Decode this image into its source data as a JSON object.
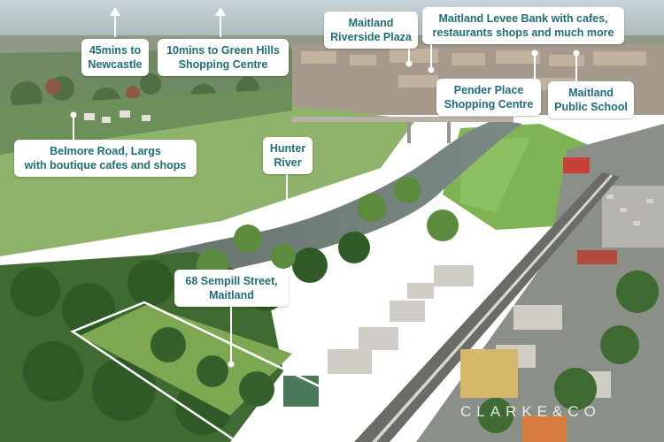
{
  "labels": {
    "newcastle": {
      "line1": "45mins to",
      "line2": "Newcastle"
    },
    "green_hills": {
      "line1": "10mins to Green Hills",
      "line2": "Shopping Centre"
    },
    "riverside_plaza": {
      "line1": "Maitland",
      "line2": "Riverside Plaza"
    },
    "levee_bank": {
      "line1": "Maitland Levee Bank with cafes,",
      "line2": "restaurants shops and much more"
    },
    "pender_place": {
      "line1": "Pender Place",
      "line2": "Shopping Centre"
    },
    "public_school": {
      "line1": "Maitland",
      "line2": "Public School"
    },
    "belmore_road": {
      "line1": "Belmore Road, Largs",
      "line2": "with boutique cafes and shops"
    },
    "hunter_river": {
      "line1": "Hunter",
      "line2": "River"
    },
    "property": {
      "line1": "68 Sempill Street,",
      "line2": "Maitland"
    }
  },
  "watermark": "CLARKE&CO",
  "colors": {
    "label_text": "#1f6e77",
    "label_bg": "#ffffff",
    "pointer": "#ffffff"
  }
}
